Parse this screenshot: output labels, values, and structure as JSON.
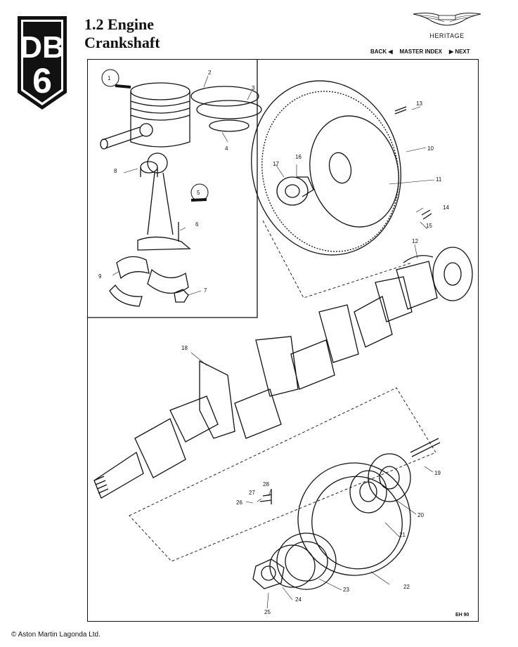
{
  "logo": {
    "letters": "DB",
    "digit": "6"
  },
  "header": {
    "line1": "1.2 Engine",
    "line2": "Crankshaft"
  },
  "brand": {
    "sub": "HERITAGE"
  },
  "nav": {
    "back": "BACK ◀",
    "index": "MASTER INDEX",
    "next": "▶ NEXT"
  },
  "callouts": {
    "c1": "1",
    "c2": "2",
    "c3": "3",
    "c4": "4",
    "c5": "5",
    "c6": "6",
    "c7": "7",
    "c8": "8",
    "c9": "9",
    "c10": "10",
    "c11": "11",
    "c12": "12",
    "c13": "13",
    "c14": "14",
    "c15": "15",
    "c16": "16",
    "c17": "17",
    "c18": "18",
    "c19": "19",
    "c20": "20",
    "c21": "21",
    "c22": "22",
    "c23": "23",
    "c24": "24",
    "c25": "25",
    "c26": "26",
    "c27": "27",
    "c28": "28"
  },
  "drawing_code": "EH 90",
  "footer": {
    "copyright": "© Aston Martin Lagonda Ltd."
  }
}
